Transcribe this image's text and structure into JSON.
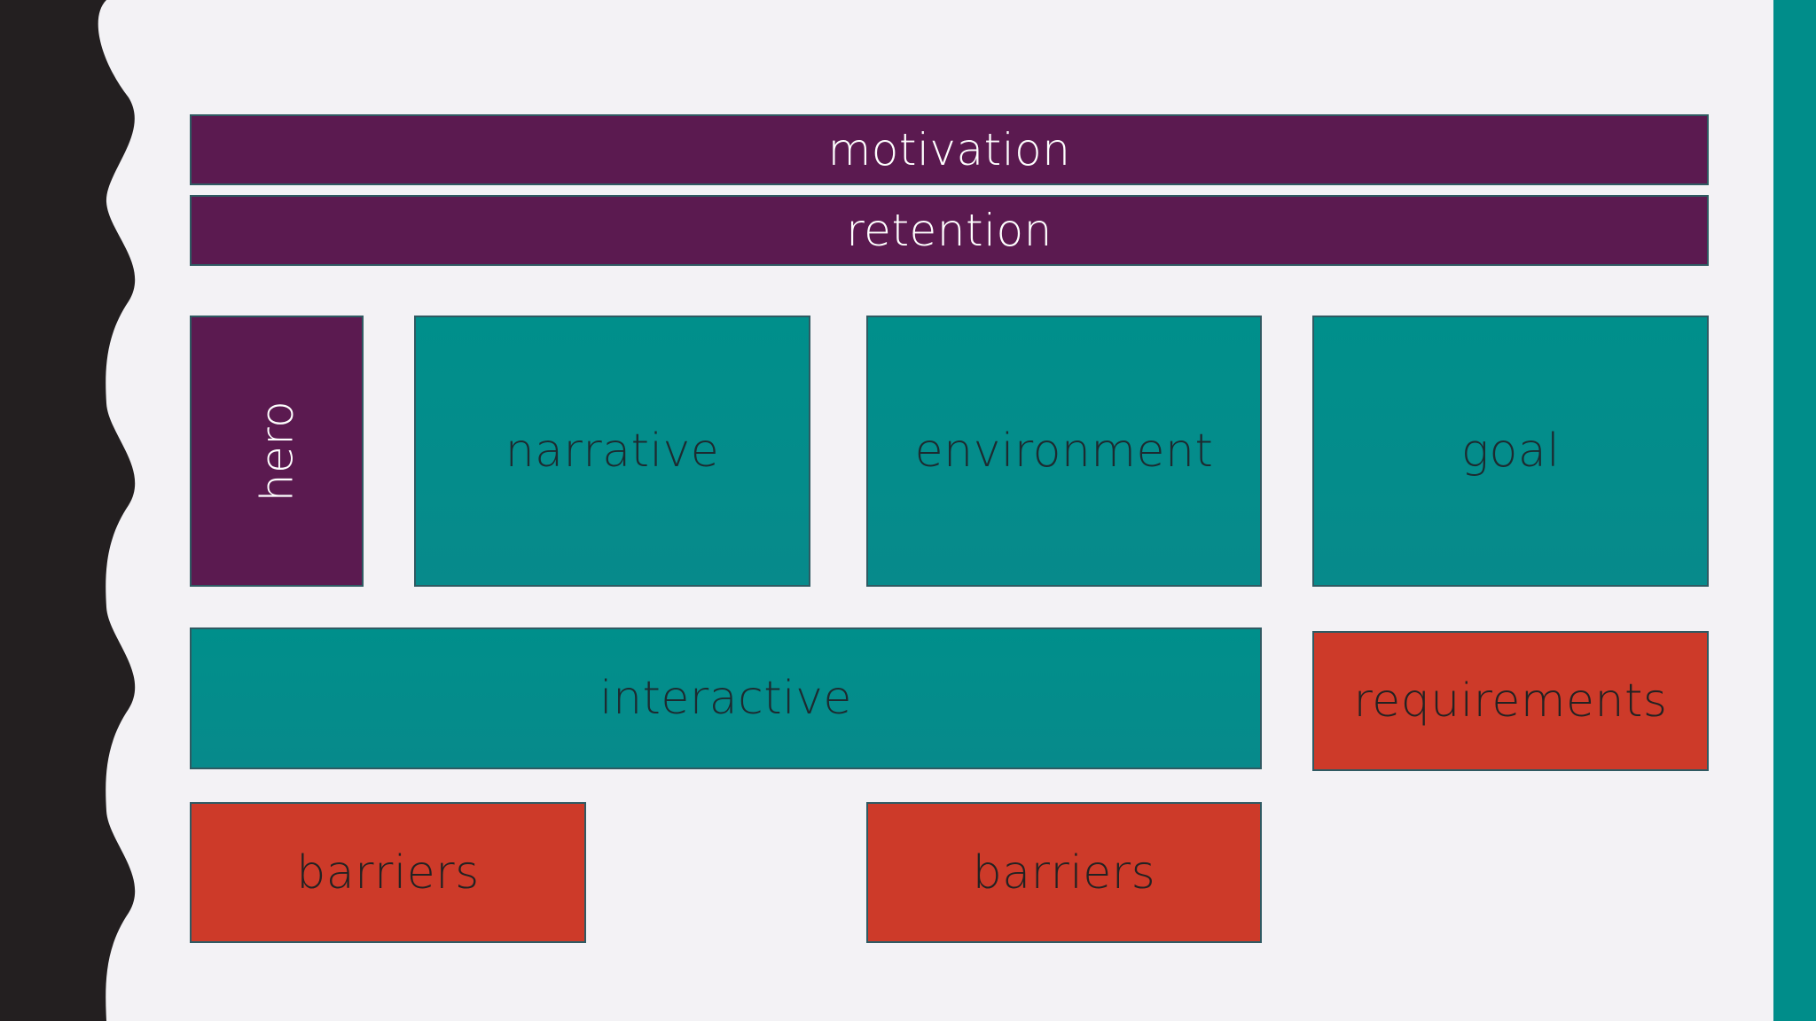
{
  "colors": {
    "background": "#f3f2f5",
    "purple": "#5b1a50",
    "teal": "#008d8a",
    "red": "#cd3a29",
    "dark_border": "#231f20"
  },
  "diagram": {
    "motivation": "motivation",
    "retention": "retention",
    "hero": "hero",
    "narrative": "narrative",
    "environment": "environment",
    "goal": "goal",
    "interactive": "interactive",
    "requirements": "requirements",
    "barriers_left": "barriers",
    "barriers_right": "barriers"
  }
}
